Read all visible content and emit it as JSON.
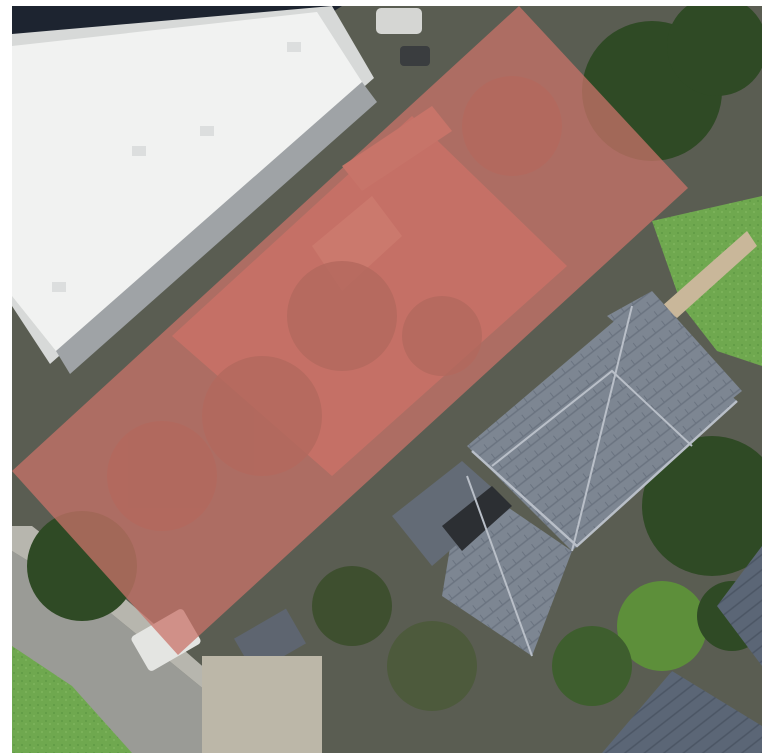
{
  "map": {
    "view": "satellite",
    "highlight": {
      "shape": "rotated-rectangle",
      "fill_color": "#c9736a",
      "fill_opacity": 0.75
    },
    "colors": {
      "flat_white_roof": "#f1f2f1",
      "red_roof": "#b86a5b",
      "gray_shingle_roof": "#7d8692",
      "dark_shingle_roof": "#596678",
      "lawn": "#6fa84f",
      "tree_canopy": "#2f4a25",
      "street": "#9a9b96",
      "driveway": "#bcb7a8",
      "shadow": "#1d2430"
    }
  }
}
